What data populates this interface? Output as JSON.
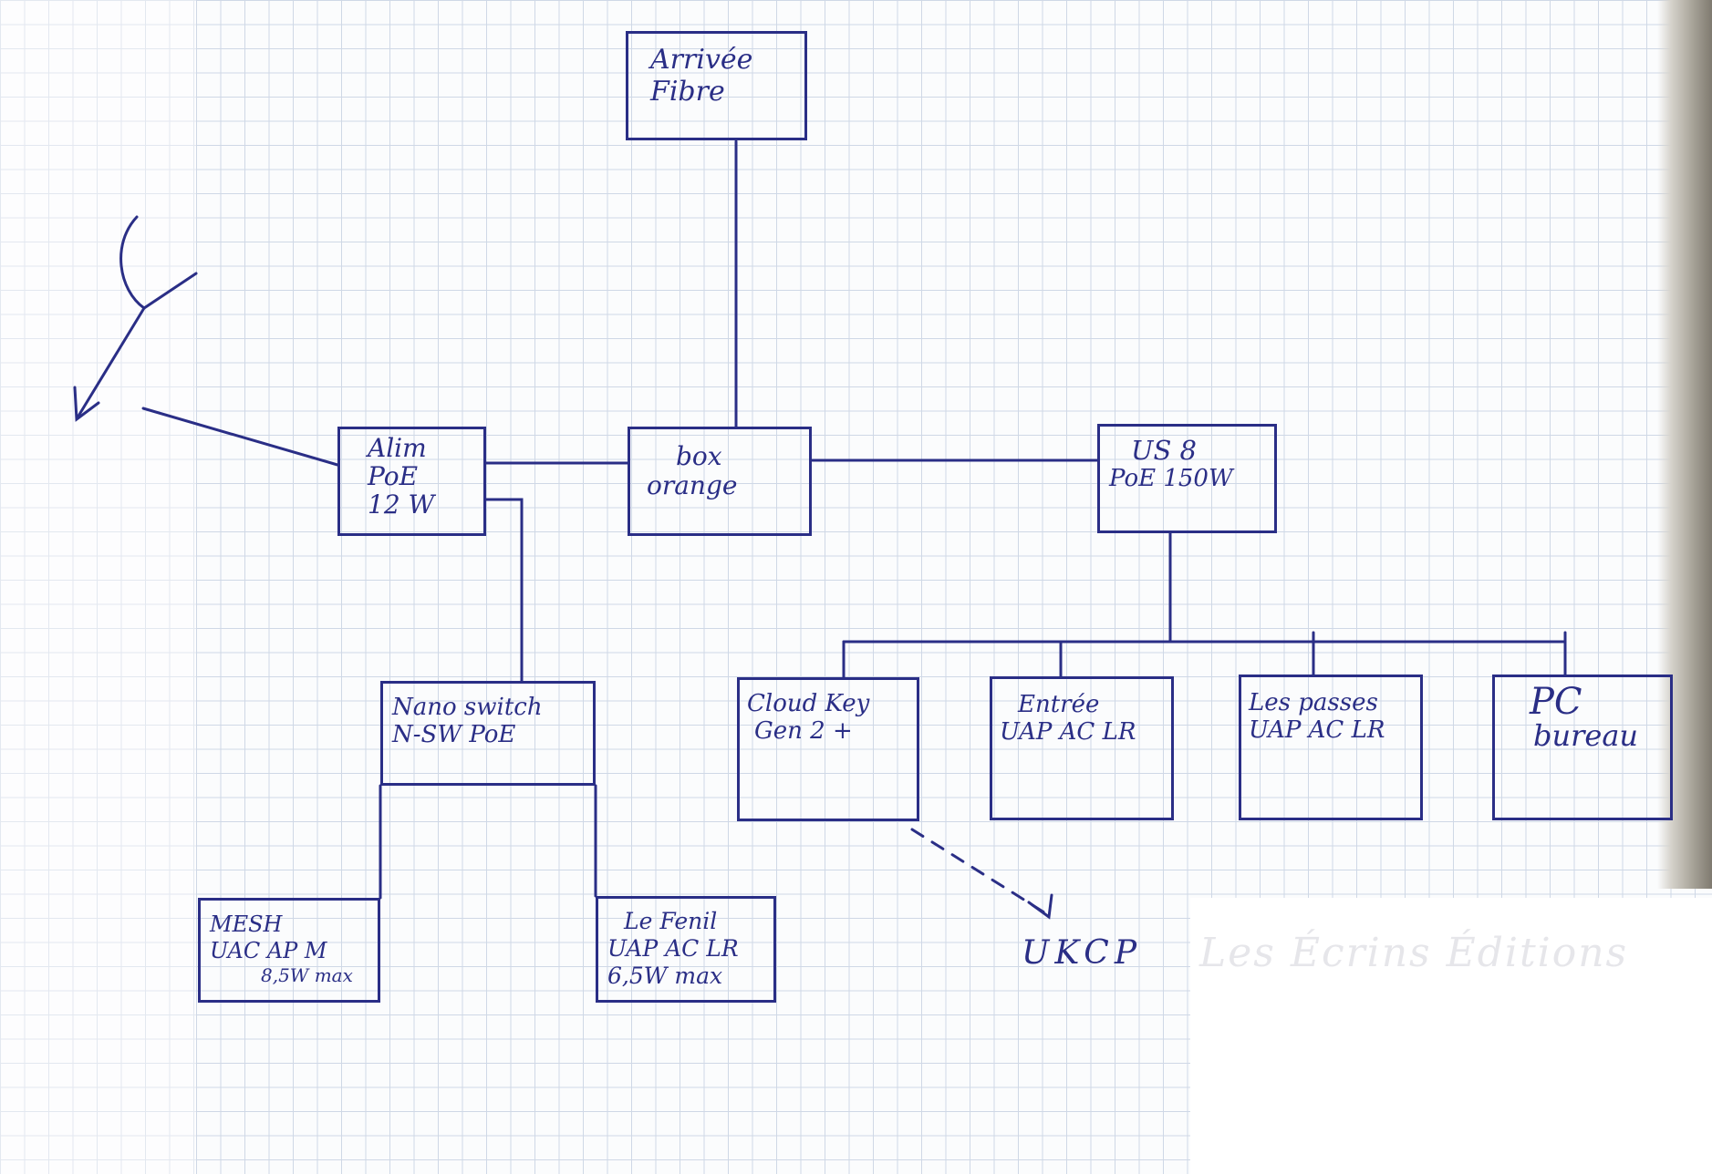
{
  "nodes": {
    "fibre": [
      "Arrivée",
      "Fibre"
    ],
    "box": [
      "box",
      "orange"
    ],
    "alim": [
      "Alim",
      "PoE",
      "12 W"
    ],
    "us8": [
      "US 8",
      "PoE 150W"
    ],
    "nano": [
      "Nano switch",
      "N-SW PoE"
    ],
    "cloudkey": [
      "Cloud Key",
      "Gen 2 +"
    ],
    "entree": [
      "Entrée",
      "UAP AC LR"
    ],
    "passes": [
      "Les passes",
      "UAP AC LR"
    ],
    "pc": [
      "PC",
      "bureau"
    ],
    "mesh": [
      "MESH",
      "UAC AP M",
      "8,5W max"
    ],
    "fenil": [
      "Le Fenil",
      "UAP AC LR",
      "6,5W max"
    ]
  },
  "ukcp": "UKCP",
  "faint_text": "Les Écrins Éditions",
  "colors": {
    "ink": "#2a2e86",
    "grid": "#cfd8e6"
  }
}
